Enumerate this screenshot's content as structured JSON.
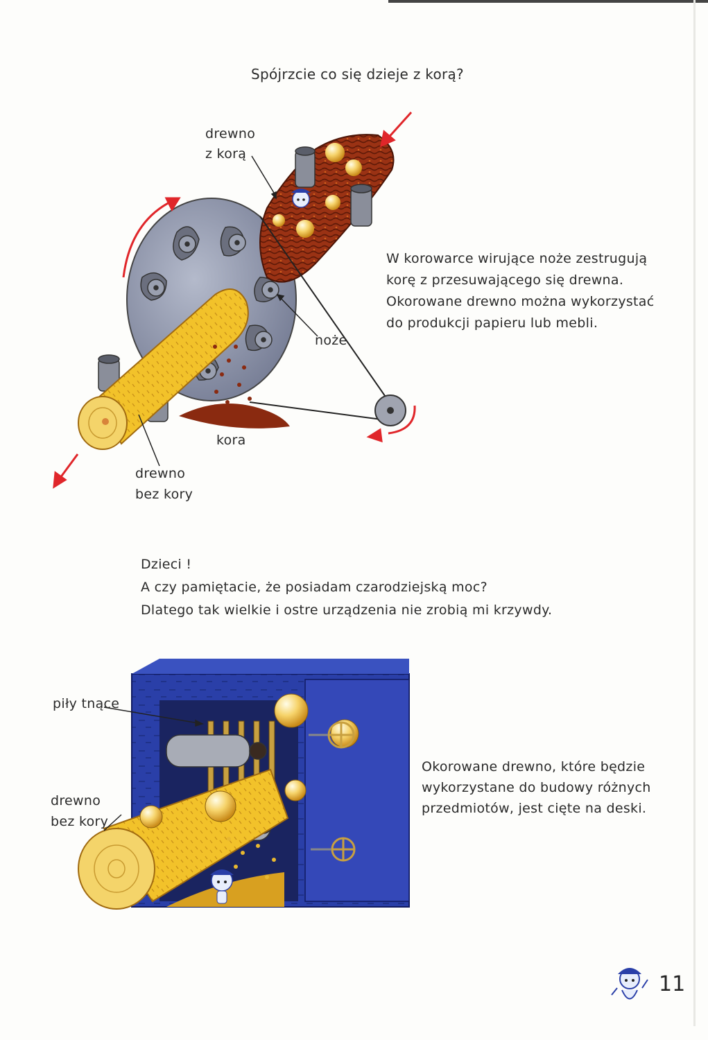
{
  "page": {
    "heading": "Spójrzcie co się dzieje z korą?",
    "page_number": "11"
  },
  "debarker": {
    "label_wood_with_bark": [
      "drewno",
      "z korą"
    ],
    "label_knives": "noże",
    "label_bark": "kora",
    "label_wood_without_bark": [
      "drewno",
      "bez kory"
    ],
    "description": [
      "W korowarce wirujące noże zestrugują",
      "korę z przesuwającego się drewna.",
      "Okorowane drewno można wykorzystać",
      "do produkcji papieru lub mebli."
    ]
  },
  "magic_note": [
    "Dzieci !",
    "A czy pamiętacie, że posiadam czarodziejską moc?",
    "Dlatego tak wielkie i ostre urządzenia nie zrobią mi krzywdy."
  ],
  "sawmill": {
    "label_saws": "piły tnące",
    "label_wood_without_bark": [
      "drewno",
      "bez kory"
    ],
    "description": [
      "Okorowane drewno, które będzie",
      "wykorzystane do budowy różnych",
      "przedmiotów, jest cięte na deski."
    ]
  },
  "colors": {
    "arrow_red": "#e0262a",
    "log_yellow": "#f2c22a",
    "bark_brown": "#8a2a10",
    "disk_gray": "#8c93a8",
    "machine_blue": "#2a3fa8"
  }
}
